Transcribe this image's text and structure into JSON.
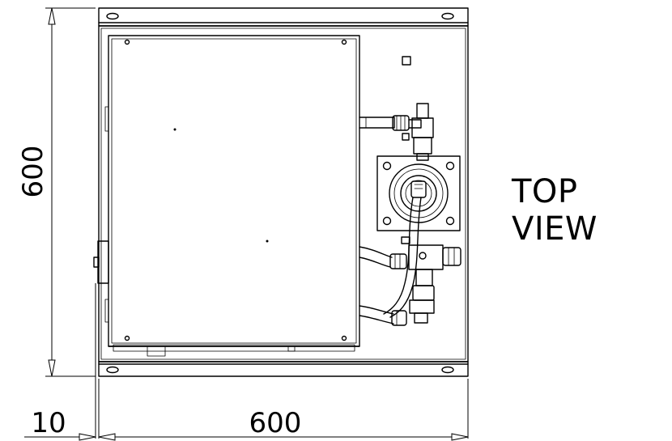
{
  "view_label": "TOP VIEW",
  "dimensions": {
    "height_value": "600",
    "width_value": "600",
    "offset_value": "10"
  },
  "colors": {
    "line": "#000000",
    "background": "#ffffff"
  }
}
